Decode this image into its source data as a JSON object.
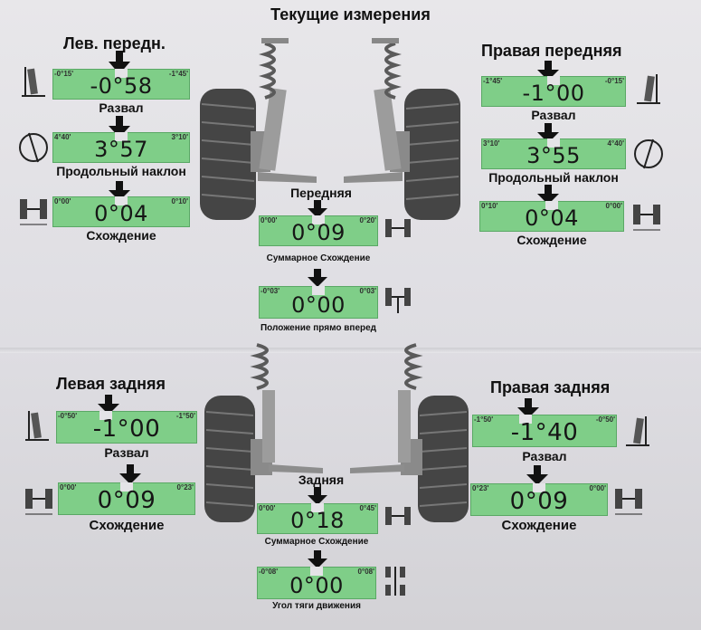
{
  "title": "Текущие измерения",
  "front_left": {
    "title": "Лев. передн.",
    "camber": {
      "label": "Развал",
      "min": "-0°15'",
      "max": "-1°45'",
      "value": "-0°58"
    },
    "caster": {
      "label": "Продольный наклон",
      "min": "4°40'",
      "max": "3°10'",
      "value": "3°57"
    },
    "toe": {
      "label": "Схождение",
      "min": "0°00'",
      "max": "0°10'",
      "value": "0°04"
    }
  },
  "front_right": {
    "title": "Правая передняя",
    "camber": {
      "label": "Развал",
      "min": "-1°45'",
      "max": "-0°15'",
      "value": "-1°00"
    },
    "caster": {
      "label": "Продольный наклон",
      "min": "3°10'",
      "max": "4°40'",
      "value": "3°55"
    },
    "toe": {
      "label": "Схождение",
      "min": "0°10'",
      "max": "0°00'",
      "value": "0°04"
    }
  },
  "front_center": {
    "title": "Передняя",
    "total_toe": {
      "label": "Суммарное Схождение",
      "min": "0°00'",
      "max": "0°20'",
      "value": "0°09"
    },
    "straight": {
      "label": "Положение прямо вперед",
      "min": "-0°03'",
      "max": "0°03'",
      "value": "0°00"
    }
  },
  "rear_left": {
    "title": "Левая задняя",
    "camber": {
      "label": "Развал",
      "min": "-0°50'",
      "max": "-1°50'",
      "value": "-1°00"
    },
    "toe": {
      "label": "Схождение",
      "min": "0°00'",
      "max": "0°23'",
      "value": "0°09"
    }
  },
  "rear_right": {
    "title": "Правая задняя",
    "camber": {
      "label": "Развал",
      "min": "-1°50'",
      "max": "-0°50'",
      "value": "-1°40"
    },
    "toe": {
      "label": "Схождение",
      "min": "0°23'",
      "max": "0°00'",
      "value": "0°09"
    }
  },
  "rear_center": {
    "title": "Задняя",
    "total_toe": {
      "label": "Суммарное Схождение",
      "min": "0°00'",
      "max": "0°45'",
      "value": "0°18"
    },
    "thrust": {
      "label": "Угол тяги движения",
      "min": "-0°08'",
      "max": "0°08'",
      "value": "0°00"
    }
  },
  "colors": {
    "gauge_fill": "#7fce88",
    "gauge_border": "#5aa865",
    "paper": "#e4e3e7"
  },
  "icons": [
    "camber-icon",
    "caster-icon",
    "toe-icon",
    "suspension-illustration"
  ]
}
